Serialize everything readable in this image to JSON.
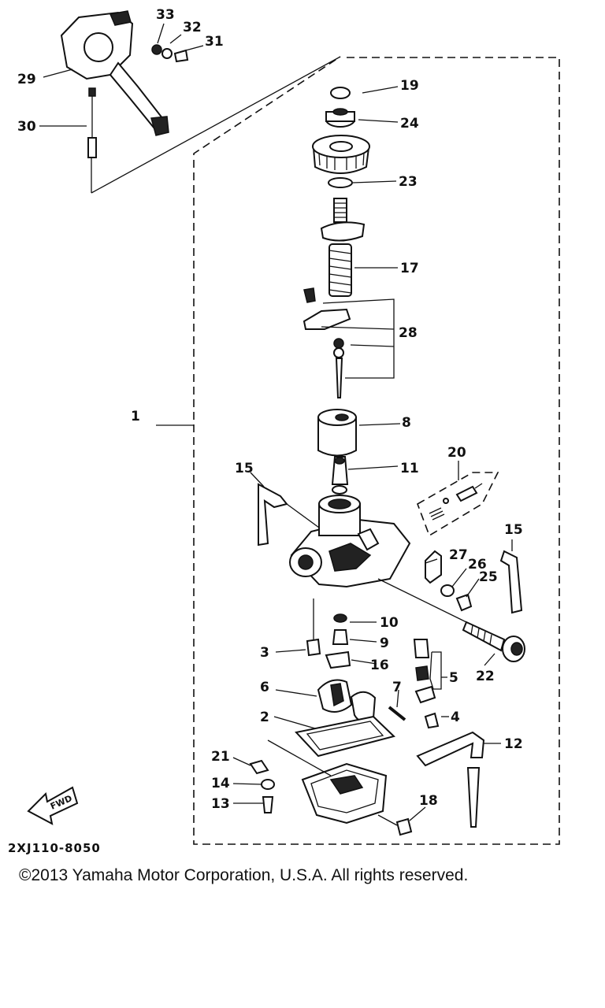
{
  "diagram": {
    "callouts": [
      "1",
      "2",
      "3",
      "4",
      "5",
      "6",
      "7",
      "8",
      "9",
      "10",
      "11",
      "12",
      "13",
      "14",
      "15",
      "15",
      "16",
      "17",
      "18",
      "19",
      "20",
      "21",
      "22",
      "23",
      "24",
      "25",
      "26",
      "27",
      "28",
      "29",
      "30",
      "31",
      "32",
      "33"
    ],
    "direction_label": "FWD",
    "drawing_code": "2XJ110-8050"
  },
  "footer": {
    "copyright": "©2013 Yamaha Motor Corporation, U.S.A. All rights reserved."
  }
}
